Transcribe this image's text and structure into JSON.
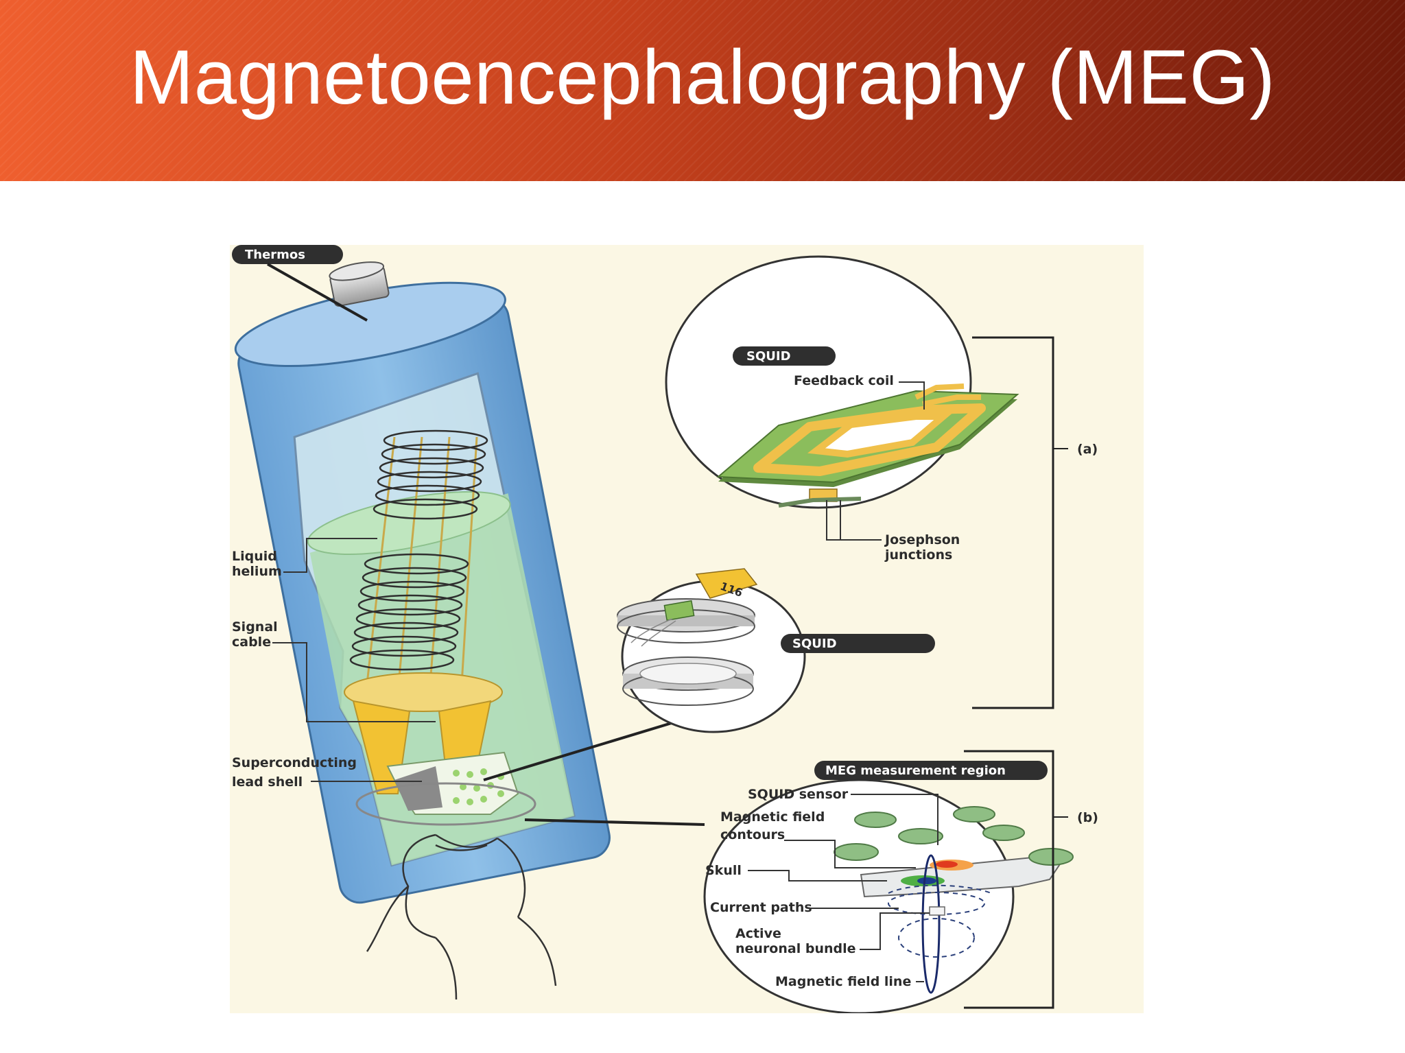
{
  "slide": {
    "title": "Magnetoencephalography (MEG)"
  },
  "figure": {
    "labels": {
      "thermos": "Thermos",
      "liquid_helium": [
        "Liquid",
        "helium"
      ],
      "signal_cable": [
        "Signal",
        "cable"
      ],
      "lead_shell": [
        "Superconducting",
        "lead shell"
      ],
      "squid_a": "SQUID",
      "feedback_coil": "Feedback coil",
      "josephson": [
        "Josephson",
        "junctions"
      ],
      "squid_mid": "SQUID",
      "chip_number": "116",
      "part_a": "(a)",
      "meg_region": "MEG measurement region",
      "squid_sensor": "SQUID sensor",
      "field_contours": [
        "Magnetic field",
        "contours"
      ],
      "skull": "Skull",
      "current_paths": "Current paths",
      "neuronal_bundle": [
        "Active",
        "neuronal bundle"
      ],
      "field_line": "Magnetic field line",
      "part_b": "(b)"
    },
    "colors": {
      "header_start": "#ef5f2e",
      "header_end": "#6e1a0a",
      "thermos_blue": "#7aaedc",
      "helium_green": "#b8dfb6",
      "pcb_green": "#8bbd5c",
      "coil_gold": "#f0c04a",
      "sensor_green": "#8fbe84",
      "pill": "#2f2f2f"
    }
  }
}
